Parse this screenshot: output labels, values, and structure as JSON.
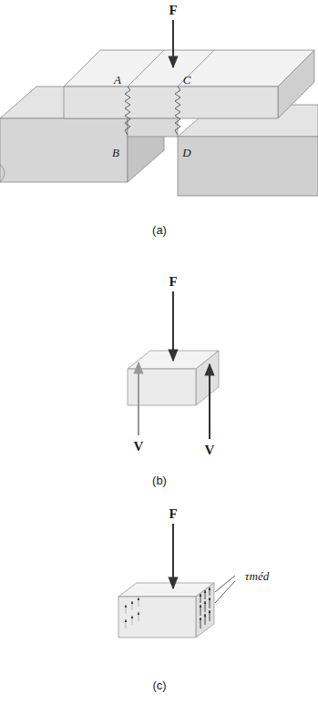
{
  "diagram": {
    "labels": [
      "F",
      "A",
      "C",
      "B",
      "D",
      "(a)",
      "F",
      "V",
      "V",
      "(b)",
      "F",
      "τméd",
      "(c)"
    ]
  }
}
